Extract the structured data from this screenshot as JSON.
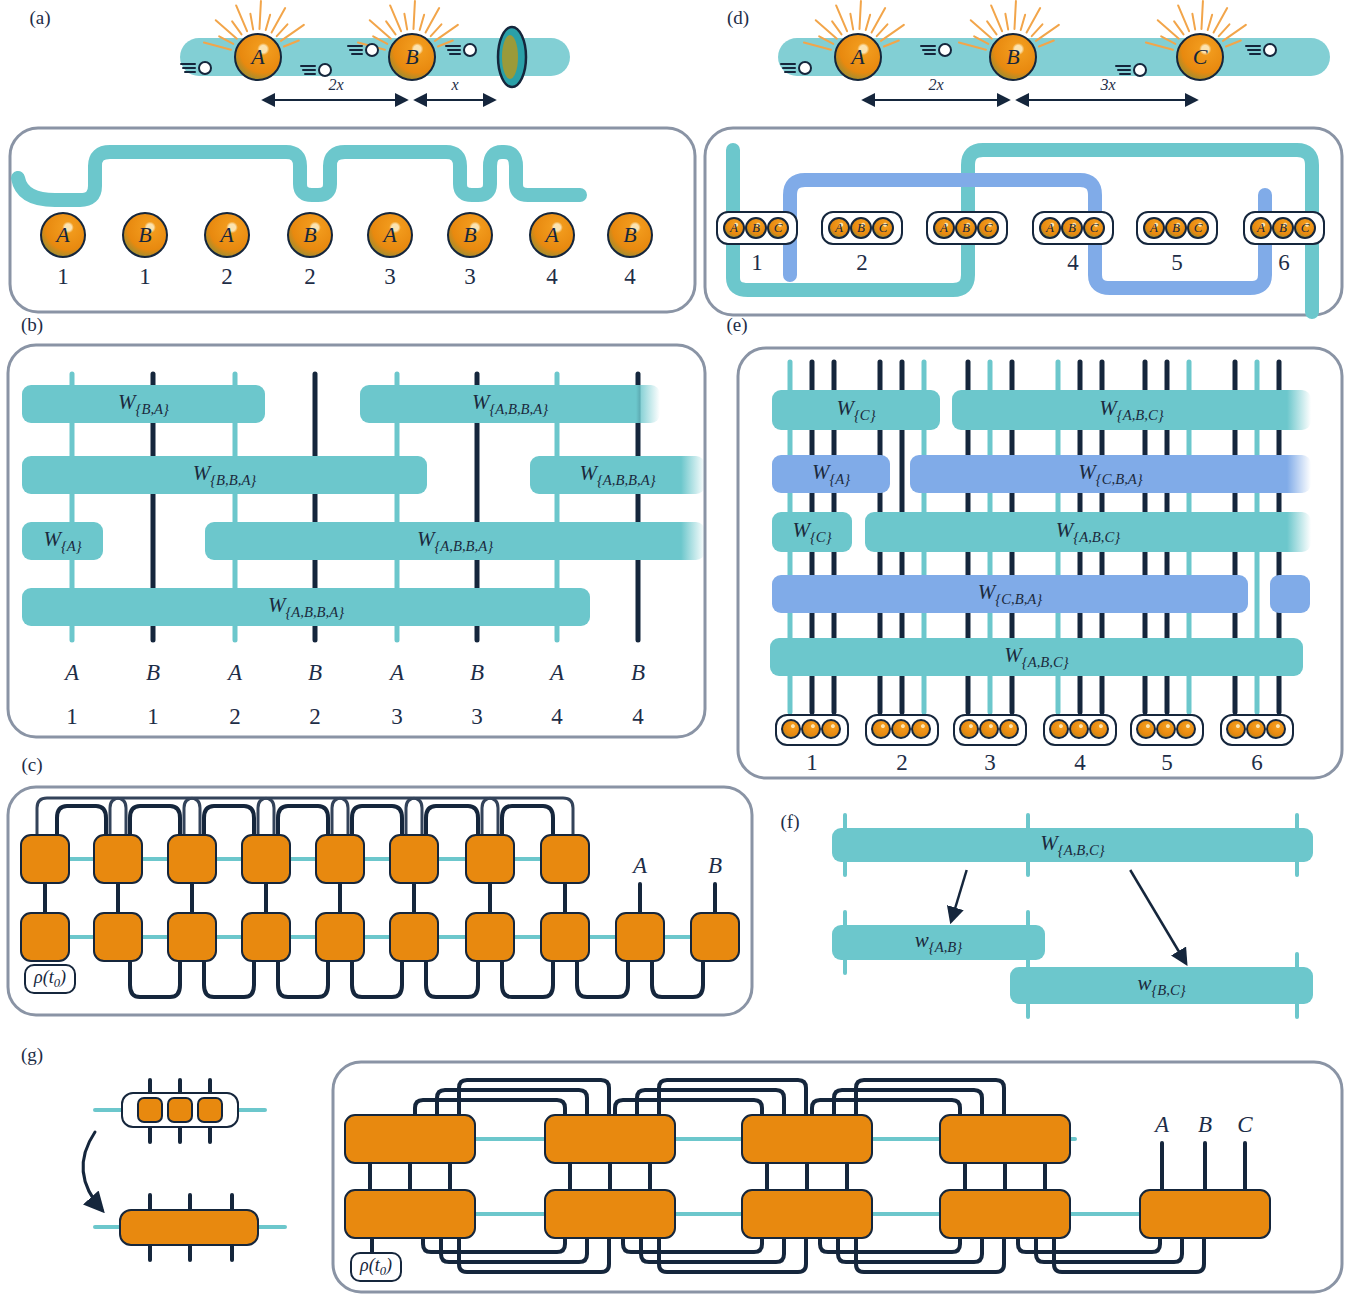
{
  "diagram": {
    "nodes": [
      {
        "text": [
          "A"
        ]
      },
      {
        "text": [
          "B"
        ]
      },
      {
        "text": [
          "A",
          "1"
        ]
      },
      {
        "text": [
          "B",
          "1"
        ]
      },
      {
        "text": [
          "A",
          "2"
        ]
      },
      {
        "text": [
          "B",
          "2"
        ]
      },
      {
        "text": [
          "A",
          "3"
        ]
      },
      {
        "text": [
          "B",
          "3"
        ]
      },
      {
        "text": [
          "A",
          "4"
        ]
      },
      {
        "text": [
          "B",
          "4"
        ]
      },
      {
        "text": [
          "W{B,A}"
        ]
      },
      {
        "text": [
          "W{A,B,B,A}"
        ]
      },
      {
        "text": [
          "W{B,B,A}"
        ]
      },
      {
        "text": [
          "W{A,B,B,A}"
        ]
      },
      {
        "text": [
          "W{A}"
        ]
      },
      {
        "text": [
          "W{A,B,B,A}"
        ]
      },
      {
        "text": [
          "W{A,B,B,A}"
        ]
      },
      {
        "text": [
          "ρ(t0)"
        ]
      },
      {
        "text": [
          "A"
        ]
      },
      {
        "text": [
          "B"
        ]
      },
      {
        "text": [
          "C"
        ]
      },
      {
        "text": [
          "1"
        ]
      },
      {
        "text": [
          "A"
        ],
        "in": 21
      },
      {
        "text": [
          "B"
        ],
        "in": 21
      },
      {
        "text": [
          "C"
        ],
        "in": 21
      },
      {
        "text": [
          "2"
        ]
      },
      {
        "text": [
          "A"
        ],
        "in": 25
      },
      {
        "text": [
          "B"
        ],
        "in": 25
      },
      {
        "text": [
          "C"
        ],
        "in": 25
      },
      {
        "text": []
      },
      {
        "text": [
          "A"
        ],
        "in": 29
      },
      {
        "text": [
          "B"
        ],
        "in": 29
      },
      {
        "text": [
          "C"
        ],
        "in": 29
      },
      {
        "text": [
          "4"
        ]
      },
      {
        "text": [
          "A"
        ],
        "in": 33
      },
      {
        "text": [
          "B"
        ],
        "in": 33
      },
      {
        "text": [
          "C"
        ],
        "in": 33
      },
      {
        "text": [
          "5"
        ]
      },
      {
        "text": [
          "A"
        ],
        "in": 37
      },
      {
        "text": [
          "B"
        ],
        "in": 37
      },
      {
        "text": [
          "C"
        ],
        "in": 37
      },
      {
        "text": [
          "6"
        ]
      },
      {
        "text": [
          "A"
        ],
        "in": 41
      },
      {
        "text": [
          "B"
        ],
        "in": 41
      },
      {
        "text": [
          "C"
        ],
        "in": 41
      },
      {
        "text": [
          "W{C}"
        ]
      },
      {
        "text": [
          "W{A,B,C}"
        ]
      },
      {
        "text": [
          "W{A}"
        ]
      },
      {
        "text": [
          "W{C,B,A}"
        ]
      },
      {
        "text": [
          "W{C}"
        ]
      },
      {
        "text": [
          "W{A,B,C}"
        ]
      },
      {
        "text": [
          "W{C,B,A}"
        ]
      },
      {
        "text": [
          "W{A,B,C}"
        ]
      },
      {
        "text": [
          "1"
        ]
      },
      {
        "text": [
          "2"
        ]
      },
      {
        "text": [
          "3"
        ]
      },
      {
        "text": [
          "4"
        ]
      },
      {
        "text": [
          "5"
        ]
      },
      {
        "text": [
          "6"
        ]
      },
      {
        "text": [
          "W{A,B,C}"
        ]
      },
      {
        "text": [
          "w{A,B}"
        ]
      },
      {
        "text": [
          "w{B,C}"
        ]
      },
      {
        "text": [
          "ρ(t0)"
        ]
      }
    ],
    "edges": [
      {
        "from": 59,
        "to": 60,
        "arrow": "to"
      },
      {
        "from": 59,
        "to": 61,
        "arrow": "to"
      }
    ],
    "labels": [
      "(a)",
      "2x",
      "x",
      "(d)",
      "2x",
      "3x",
      "(b)",
      "A",
      "B",
      "A",
      "B",
      "A",
      "B",
      "A",
      "B",
      "1",
      "1",
      "2",
      "2",
      "3",
      "3",
      "4",
      "4",
      "(e)",
      "(c)",
      "A",
      "B",
      "(f)",
      "(g)",
      "A",
      "B",
      "C"
    ]
  }
}
